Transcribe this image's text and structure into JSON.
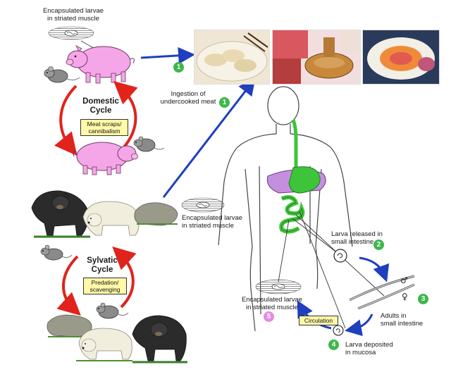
{
  "labels": {
    "encapsulated_top": "Encapsulated larvae\nin striated muscle",
    "domestic_cycle": "Domestic\nCycle",
    "meat_scraps": "Meat scraps/\ncannibalism",
    "ingestion": "Ingestion of\nundercooked meat",
    "encapsulated_mid": "Encapsulated larvae\nin striated muscle",
    "sylvatic_cycle": "Sylvatic\nCycle",
    "predation": "Predation/\nscavenging",
    "larva_released": "Larva released in\nsmall intestine",
    "adults": "Adults in\nsmall intestine",
    "larva_deposited": "Larva deposited\nin mucosa",
    "circulation": "Circulation",
    "encapsulated_bottom": "Encapsulated larvae\nin striated muscle"
  },
  "steps": {
    "s1a": "1",
    "s1b": "1",
    "s2": "2",
    "s3": "3",
    "s4": "4",
    "s5": "5"
  },
  "symbols": {
    "male": "♂",
    "female": "♀"
  },
  "colors": {
    "green_step": "#3cb84a",
    "pink_step": "#e58be0",
    "red_arrow": "#e0231b",
    "blue_arrow": "#1f3fbf",
    "pig": "#f5a6e8",
    "gut": "#3ec43a",
    "liver": "#c58fe0",
    "legend_box": "#fff9a8"
  }
}
